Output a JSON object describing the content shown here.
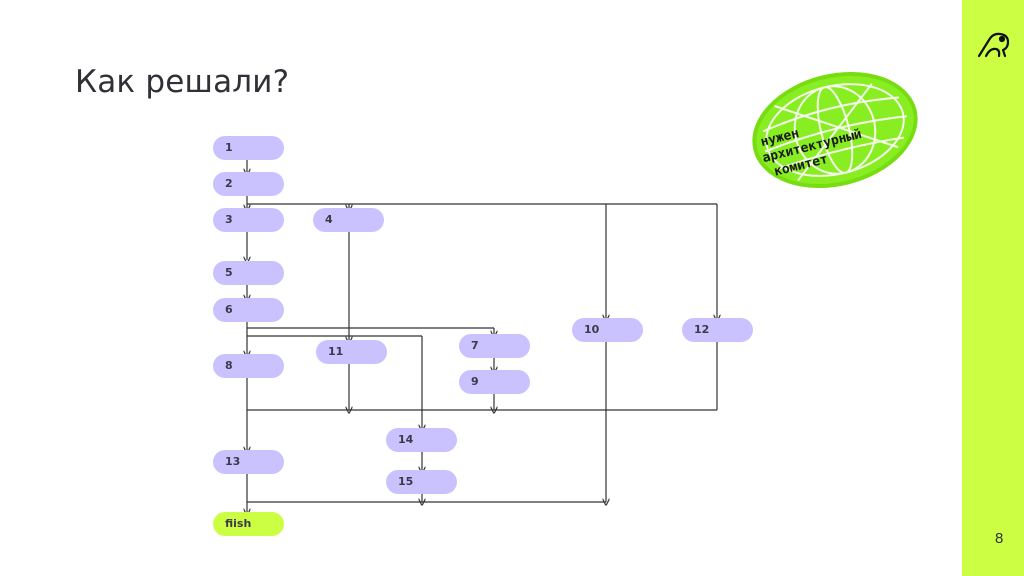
{
  "slide": {
    "title": "Как решали?",
    "page_number": "8"
  },
  "badge": {
    "text_lines": [
      "нужен",
      "архитектурный",
      "комитет"
    ],
    "colors": {
      "fill": "#88ee22",
      "lines": "#ffffff"
    }
  },
  "colors": {
    "accent": "#ccff44",
    "node": "#c9c2ff",
    "edge": "#333333",
    "text": "#2f3137"
  },
  "diagram": {
    "nodes": [
      {
        "id": "1",
        "label": "1"
      },
      {
        "id": "2",
        "label": "2"
      },
      {
        "id": "3",
        "label": "3"
      },
      {
        "id": "4",
        "label": "4"
      },
      {
        "id": "5",
        "label": "5"
      },
      {
        "id": "6",
        "label": "6"
      },
      {
        "id": "7",
        "label": "7"
      },
      {
        "id": "8",
        "label": "8"
      },
      {
        "id": "9",
        "label": "9"
      },
      {
        "id": "10",
        "label": "10"
      },
      {
        "id": "11",
        "label": "11"
      },
      {
        "id": "12",
        "label": "12"
      },
      {
        "id": "13",
        "label": "13"
      },
      {
        "id": "14",
        "label": "14"
      },
      {
        "id": "15",
        "label": "15"
      },
      {
        "id": "finish",
        "label": "fiish"
      }
    ],
    "edges": [
      [
        "1",
        "2"
      ],
      [
        "2",
        "3"
      ],
      [
        "2",
        "4"
      ],
      [
        "2",
        "10"
      ],
      [
        "2",
        "12"
      ],
      [
        "3",
        "5"
      ],
      [
        "5",
        "6"
      ],
      [
        "6",
        "8"
      ],
      [
        "6",
        "14"
      ],
      [
        "6",
        "7"
      ],
      [
        "4",
        "11"
      ],
      [
        "7",
        "9"
      ],
      [
        "8",
        "13"
      ],
      [
        "11",
        "13"
      ],
      [
        "9",
        "13"
      ],
      [
        "12",
        "13"
      ],
      [
        "14",
        "15"
      ],
      [
        "13",
        "finish"
      ],
      [
        "15",
        "finish"
      ],
      [
        "10",
        "finish"
      ]
    ]
  }
}
